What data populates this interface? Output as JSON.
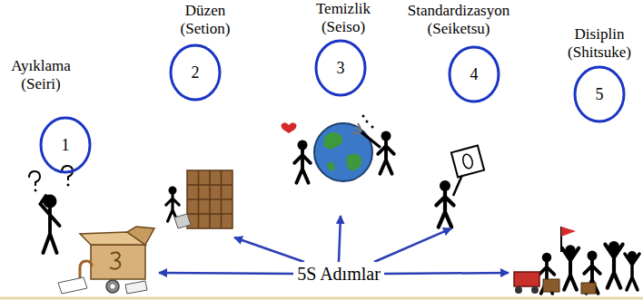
{
  "diagram": {
    "nodes": [
      {
        "text": [
          "Ayıklama (Seiri)",
          "1"
        ]
      },
      {
        "text": [
          "Düzen (Setion)",
          "2"
        ]
      },
      {
        "text": [
          "Temizlik (Seiso)",
          "3"
        ]
      },
      {
        "text": [
          "Standardizasyon (Seiketsu)",
          "4"
        ]
      },
      {
        "text": [
          "Disiplin (Shitsuke)",
          "5"
        ]
      },
      {
        "text": [
          "5S Adımlar"
        ]
      }
    ],
    "edges": [
      {
        "from": 5,
        "to": 0,
        "arrow": "to"
      },
      {
        "from": 5,
        "to": 1,
        "arrow": "to"
      },
      {
        "from": 5,
        "to": 2,
        "arrow": "to"
      },
      {
        "from": 5,
        "to": 3,
        "arrow": "to"
      },
      {
        "from": 5,
        "to": 4,
        "arrow": "to"
      }
    ]
  }
}
